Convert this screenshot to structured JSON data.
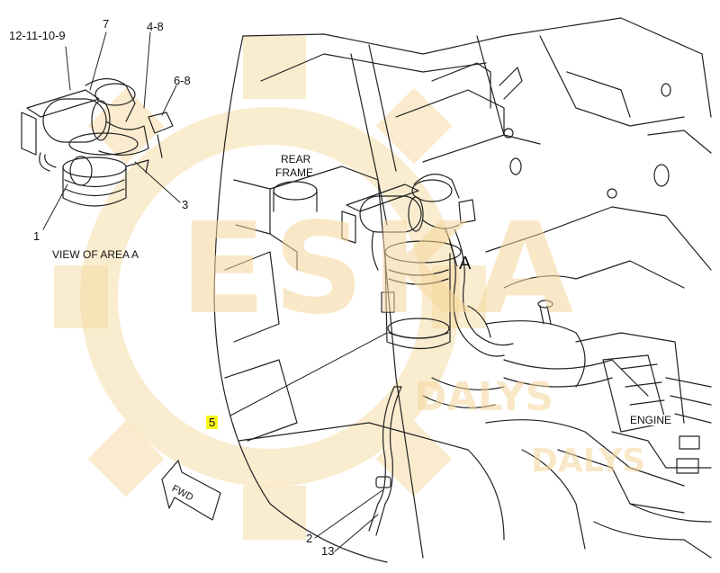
{
  "colors": {
    "line": "#222222",
    "watermark": "#f5c86a",
    "highlight": "#f7f71a"
  },
  "labels": {
    "l_12_11_10_9": "12-11-10-9",
    "l_7": "7",
    "l_4_8": "4-8",
    "l_6_8": "6-8",
    "l_3": "3",
    "l_1": "1",
    "view": "VIEW OF AREA  A",
    "rear_frame_1": "REAR",
    "rear_frame_2": "FRAME",
    "area_a": "A",
    "l_5": "5",
    "engine": "ENGINE",
    "fwd": "FWD",
    "l_2": "2",
    "l_13": "13"
  },
  "watermark": {
    "big": "ESKA",
    "small1": "DALYS",
    "small2": "DALYS"
  }
}
